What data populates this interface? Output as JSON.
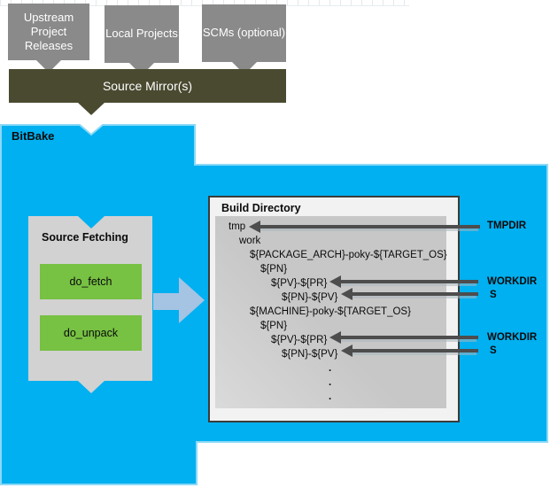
{
  "top_sources": {
    "upstream": "Upstream Project Releases",
    "local": "Local Projects",
    "scms": "SCMs (optional)"
  },
  "source_mirror": {
    "label": "Source Mirror(s)"
  },
  "bitbake": {
    "label": "BitBake"
  },
  "source_fetching": {
    "title": "Source Fetching",
    "tasks": [
      "do_fetch",
      "do_unpack"
    ]
  },
  "build_directory": {
    "title": "Build Directory",
    "tree": [
      {
        "text": "tmp",
        "indent": 0
      },
      {
        "text": "work",
        "indent": 1
      },
      {
        "text": "${PACKAGE_ARCH}-poky-${TARGET_OS}",
        "indent": 2
      },
      {
        "text": "${PN}",
        "indent": 3
      },
      {
        "text": "${PV}-${PR}",
        "indent": 4
      },
      {
        "text": "${PN}-${PV}",
        "indent": 5
      },
      {
        "text": "${MACHINE}-poky-${TARGET_OS}",
        "indent": 2
      },
      {
        "text": "${PN}",
        "indent": 3
      },
      {
        "text": "${PV}-${PR}",
        "indent": 4
      },
      {
        "text": "${PN}-${PV}",
        "indent": 5
      },
      {
        "text": ".",
        "indent": "dots"
      },
      {
        "text": ".",
        "indent": "dots"
      },
      {
        "text": ".",
        "indent": "dots"
      }
    ]
  },
  "pointers": [
    {
      "label": "TMPDIR",
      "target": "tmp"
    },
    {
      "label": "WORKDIR",
      "target": "${PV}-${PR} (package arch tree)"
    },
    {
      "label": "S",
      "target": "${PN}-${PV} (package arch tree)"
    },
    {
      "label": "WORKDIR",
      "target": "${PV}-${PR} (machine tree)"
    },
    {
      "label": "S",
      "target": "${PN}-${PV} (machine tree)"
    }
  ],
  "colors": {
    "bitbake_blue": "#00b0f0",
    "bitbake_blue_edge": "#8bd9f7",
    "mirror_olive": "#4a4a31",
    "source_box_gray": "#8a8a8a",
    "task_green": "#77c143",
    "flow_arrow_blue": "#a5c3e3",
    "pointer_gray": "#4d4d4d"
  }
}
